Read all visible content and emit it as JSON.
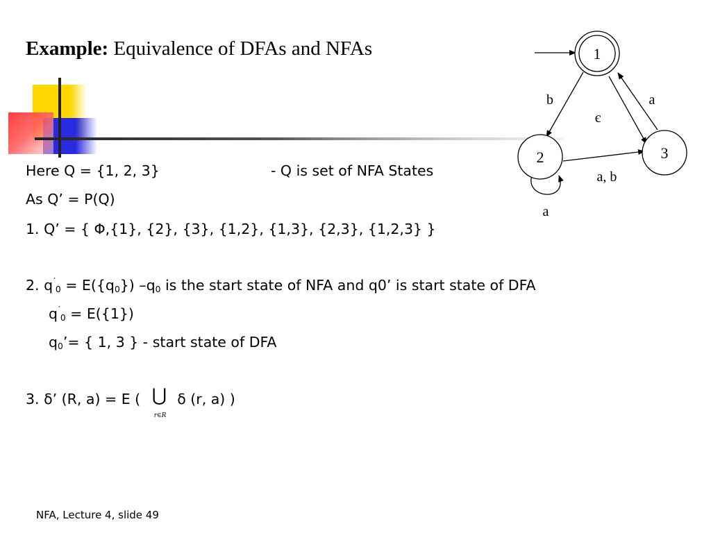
{
  "slide": {
    "title_bold": "Example:",
    "title_rest": " Equivalence of DFAs and NFAs",
    "lines": {
      "l1_left": "Here Q = {1, 2, 3}",
      "l1_right": "- Q is set of NFA States",
      "l2": "As Q’ = P(Q)",
      "l3": "1. Q’ = { Φ,{1}, {2}, {3}, {1,2}, {1,3}, {2,3}, {1,2,3} }",
      "l4_prefix": "2. q",
      "l4_sub1": "0",
      "l4_eq": " = E({q",
      "l4_sub2": "0",
      "l4_close": "})  –q",
      "l4_sub3": "0",
      "l4_rest": " is the start state of NFA and q0’ is start state of DFA",
      "l5_q": "q",
      "l5_sub": "0",
      "l5_rest": " = E({1})",
      "l6_q": "q",
      "l6_sub": "0",
      "l6_rest": "’= { 1, 3 }   - start state of DFA",
      "l7_prefix": "3.   δ’ (R, a) = E ( ",
      "l7_union": "⋃",
      "l7_union_sub": "r∈R",
      "l7_suffix": " δ (r, a) )"
    },
    "prime_mark": "′",
    "footer": "NFA, Lecture 4, slide 49"
  },
  "diagram": {
    "states": [
      "1",
      "2",
      "3"
    ],
    "edge_labels": {
      "b": "b",
      "a_back": "a",
      "epsilon": "є",
      "ab": "a, b",
      "a_loop": "a"
    }
  },
  "colors": {
    "deco_yellow": "#FFD700",
    "deco_blue": "#2A2ADF",
    "deco_red": "#FF2A2A"
  }
}
